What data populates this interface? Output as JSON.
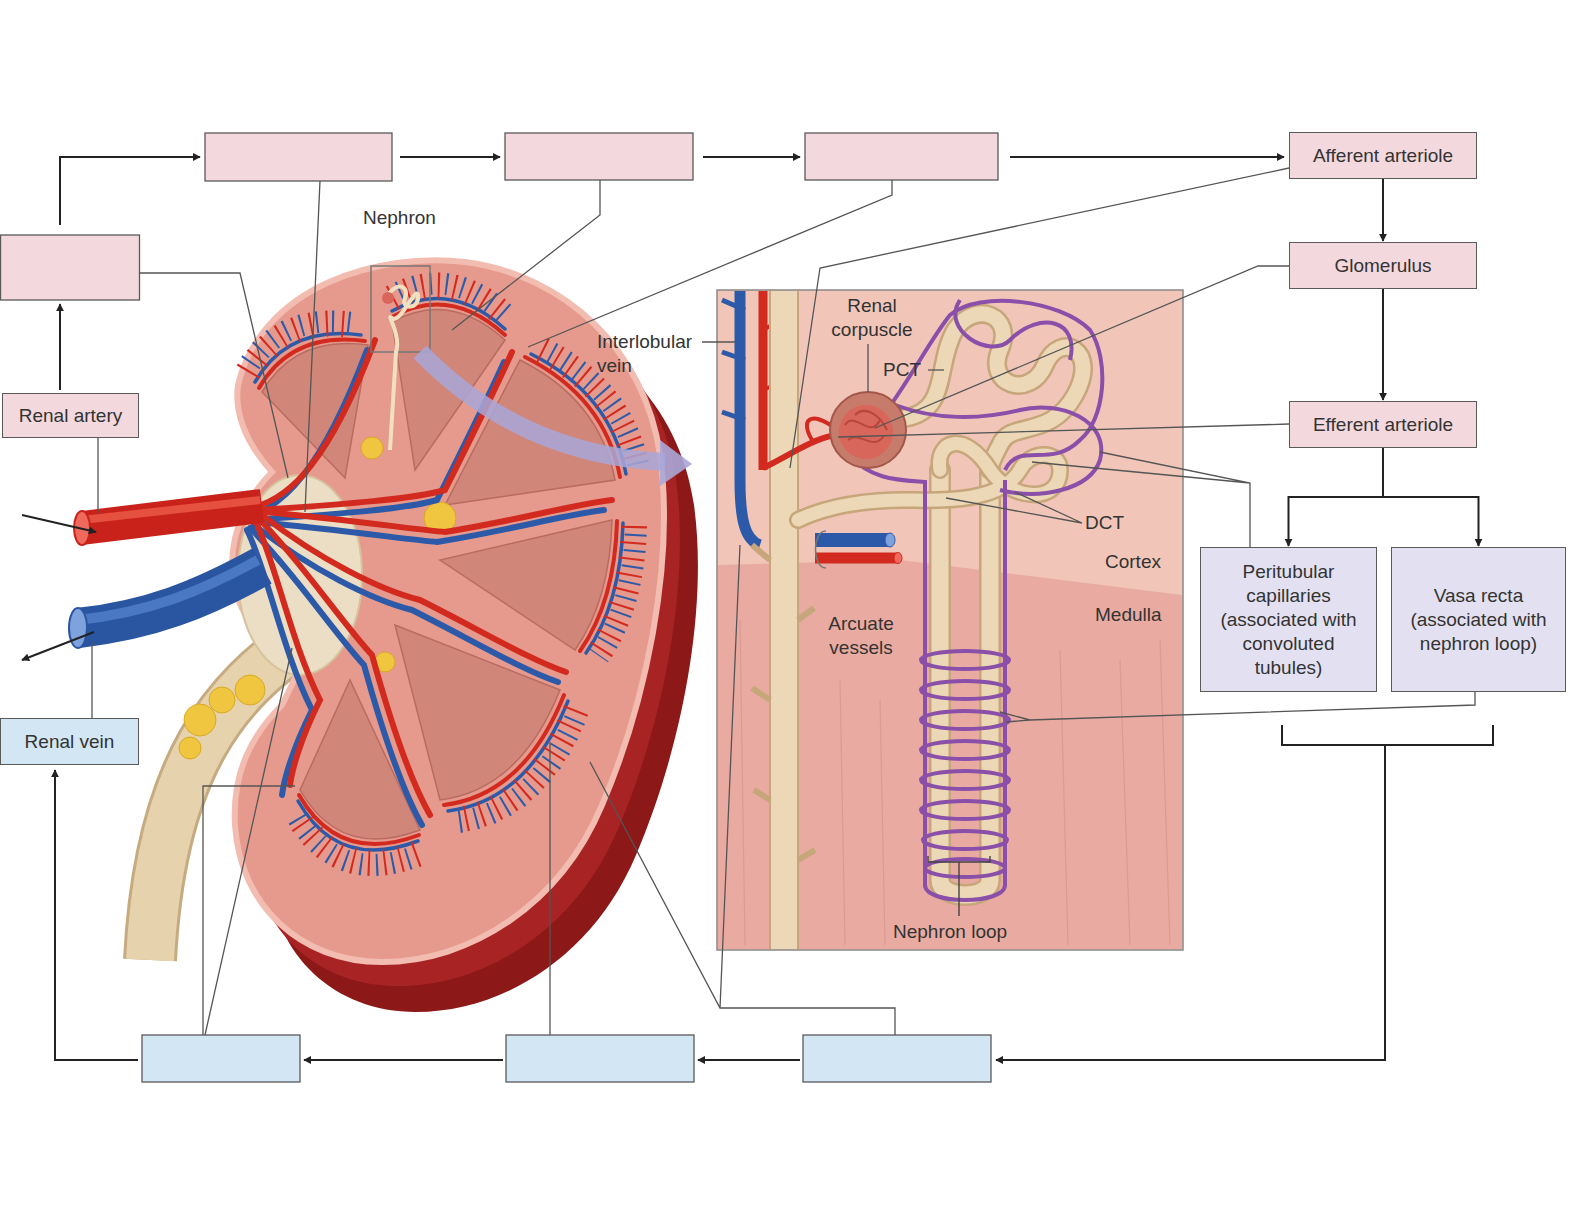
{
  "diagram": {
    "nodes": [
      {
        "text": [
          "Renal artery"
        ]
      },
      {
        "text": [
          "Afferent arteriole"
        ]
      },
      {
        "text": [
          "Glomerulus"
        ]
      },
      {
        "text": [
          "Efferent arteriole"
        ]
      },
      {
        "text": [
          "Peritubular capillaries (associated with convoluted tubules)"
        ]
      },
      {
        "text": [
          "Vasa recta (associated with nephron loop)"
        ]
      },
      {
        "text": [
          "Renal vein"
        ]
      }
    ],
    "edges": [
      {
        "from": 1,
        "to": 2,
        "arrow": "to"
      },
      {
        "from": 2,
        "to": 3,
        "arrow": "to"
      },
      {
        "from": 3,
        "to": 4,
        "arrow": "to"
      },
      {
        "from": 3,
        "to": 5,
        "arrow": "to"
      }
    ],
    "labels": [
      "Nephron",
      "Interlobular vein",
      "Renal corpuscle",
      "PCT",
      "DCT",
      "Cortex",
      "Medulla",
      "Arcuate vessels",
      "Nephron loop"
    ]
  }
}
